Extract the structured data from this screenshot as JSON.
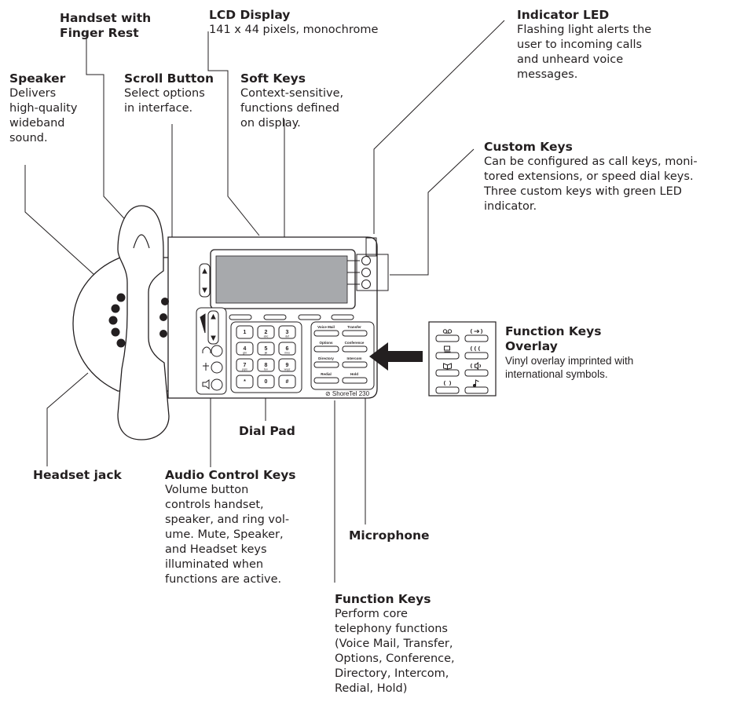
{
  "callouts": {
    "handset": {
      "title_line1": "Handset with",
      "title_line2": "Finger Rest"
    },
    "lcd": {
      "title": "LCD Display",
      "desc": "141 x 44 pixels, monochrome"
    },
    "indicator": {
      "title": "Indicator LED",
      "desc": [
        "Flashing light alerts the",
        "user to incoming calls",
        "and unheard voice",
        "messages."
      ]
    },
    "speaker": {
      "title": "Speaker",
      "desc": [
        "Delivers",
        "high-quality",
        "wideband",
        "sound."
      ]
    },
    "scroll": {
      "title": "Scroll Button",
      "desc": [
        "Select options",
        "in interface."
      ]
    },
    "softkeys": {
      "title": "Soft Keys",
      "desc": [
        "Context-sensitive,",
        "functions defined",
        "on display."
      ]
    },
    "custom": {
      "title": "Custom Keys",
      "desc": [
        "Can be configured as call keys, moni-",
        "tored extensions, or speed dial keys.",
        "Three custom keys with green LED",
        "indicator."
      ]
    },
    "overlay": {
      "title_line1": "Function Keys",
      "title_line2": "Overlay",
      "desc": [
        "Vinyl overlay imprinted with",
        "international symbols."
      ]
    },
    "dialpad": {
      "title": "Dial Pad"
    },
    "headset": {
      "title": "Headset jack"
    },
    "audio": {
      "title": "Audio Control Keys",
      "desc": [
        "Volume button",
        "controls handset,",
        "speaker, and ring vol-",
        "ume. Mute, Speaker,",
        "and Headset keys",
        "illuminated when",
        "functions are active."
      ]
    },
    "microphone": {
      "title": "Microphone"
    },
    "function": {
      "title": "Function Keys",
      "desc": [
        "Perform core",
        "telephony functions",
        "(Voice Mail, Transfer,",
        "Options, Conference,",
        "Directory, Intercom,",
        "Redial, Hold)"
      ]
    }
  },
  "phone": {
    "keypad": [
      {
        "num": "1",
        "sub": ""
      },
      {
        "num": "2",
        "sub": "abc"
      },
      {
        "num": "3",
        "sub": "def"
      },
      {
        "num": "4",
        "sub": "ghi"
      },
      {
        "num": "5",
        "sub": "jkl"
      },
      {
        "num": "6",
        "sub": "mno"
      },
      {
        "num": "7",
        "sub": "pqrs"
      },
      {
        "num": "8",
        "sub": "tuv"
      },
      {
        "num": "9",
        "sub": "wxyz"
      },
      {
        "num": "*",
        "sub": ""
      },
      {
        "num": "0",
        "sub": ""
      },
      {
        "num": "#",
        "sub": ""
      }
    ],
    "function_keys": [
      "Voice Mail",
      "Transfer",
      "Options",
      "Conference",
      "Directory",
      "Intercom",
      "Redial",
      "Hold"
    ],
    "brand": "ShoreTel",
    "model": "230"
  },
  "overlay_icons": [
    "voicemail-icon",
    "transfer-icon",
    "options-icon",
    "conference-icon",
    "directory-icon",
    "intercom-icon",
    "redial-icon",
    "hold-icon"
  ]
}
